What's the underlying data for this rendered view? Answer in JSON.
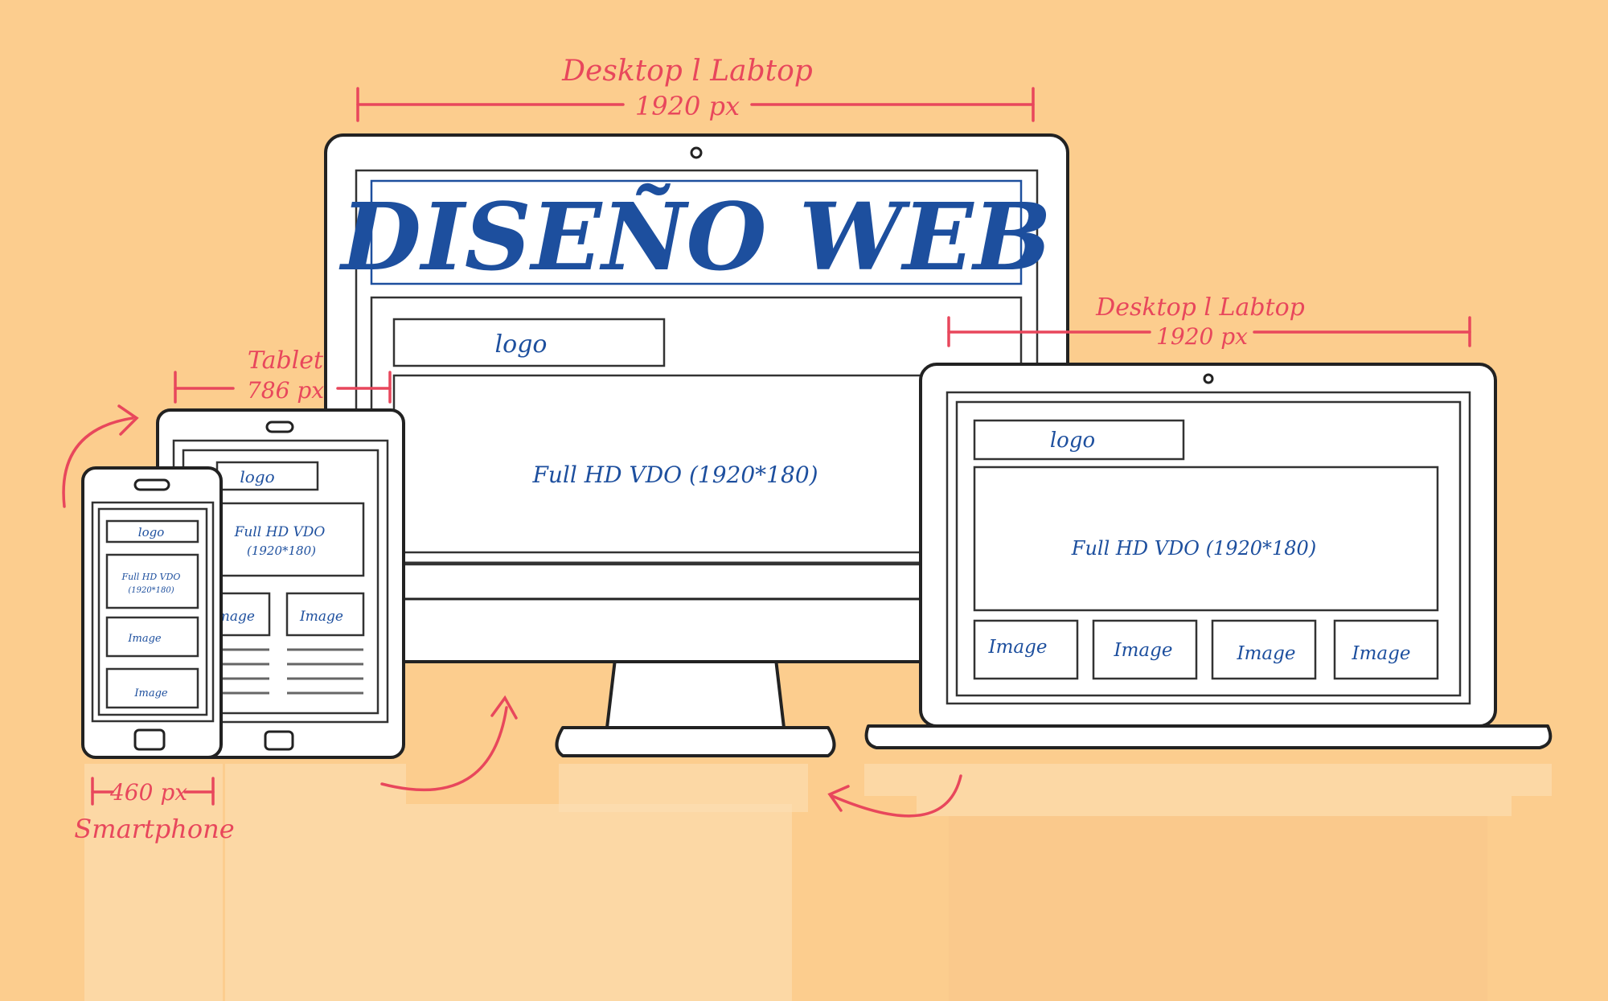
{
  "annotations": {
    "desktop_top": {
      "label": "Desktop l Labtop",
      "size": "1920 px"
    },
    "desktop_right": {
      "label": "Desktop l Labtop",
      "size": "1920 px"
    },
    "tablet": {
      "label": "Tablet",
      "size": "786 px"
    },
    "smartphone": {
      "label": "Smartphone",
      "size": "460 px"
    }
  },
  "monitor": {
    "title": "DISEÑO WEB",
    "logo": "logo",
    "video": "Full HD VDO (1920*180)"
  },
  "laptop": {
    "logo": "logo",
    "video": "Full HD VDO (1920*180)",
    "images": [
      "Image",
      "Image",
      "Image",
      "Image"
    ]
  },
  "tablet": {
    "logo": "logo",
    "video_line1": "Full HD VDO",
    "video_line2": "(1920*180)",
    "images": [
      "Image",
      "Image"
    ]
  },
  "phone": {
    "logo": "logo",
    "video_line1": "Full HD VDO",
    "video_line2": "(1920*180)",
    "images": [
      "Image",
      "Image"
    ]
  },
  "colors": {
    "background": "#fccd8e",
    "annotation": "#e8475c",
    "wireframe_text": "#1d4f9e",
    "outline": "#222222"
  }
}
